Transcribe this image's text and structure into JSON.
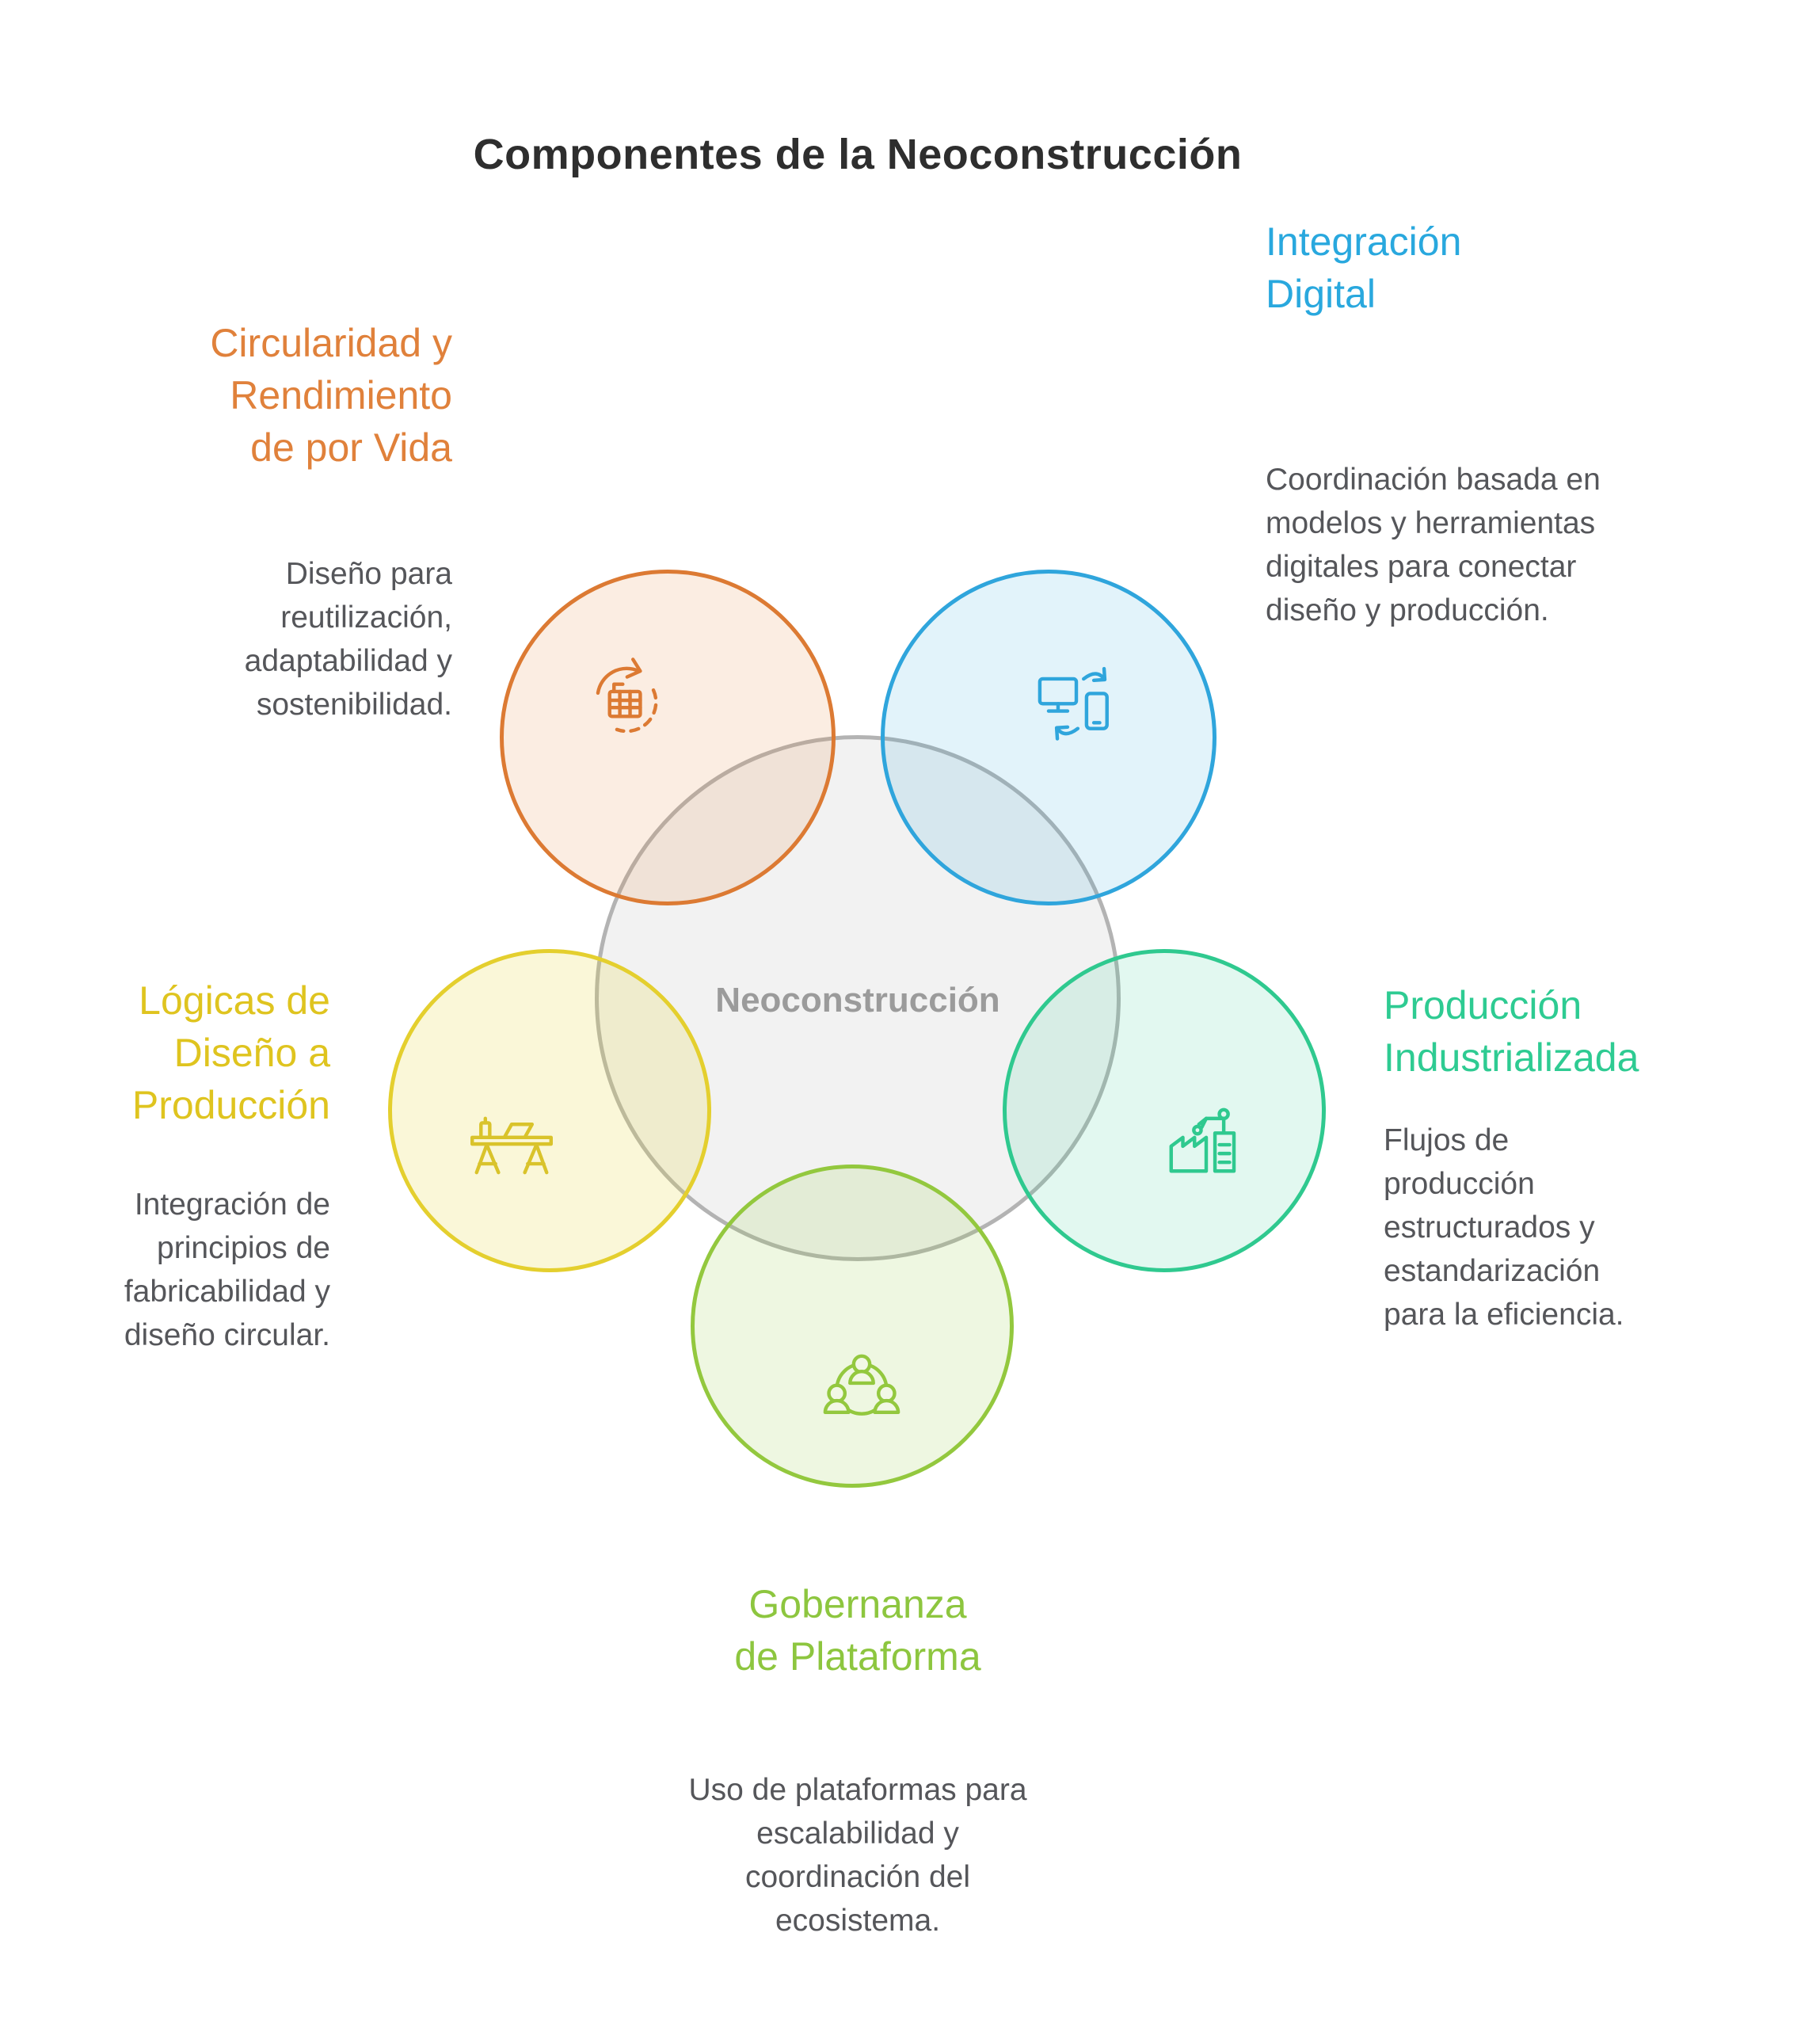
{
  "title": "Componentes de la Neoconstrucción",
  "center": {
    "label": "Neoconstrucción"
  },
  "colors": {
    "circularidad": "#dc7a33",
    "digital": "#2fa5dc",
    "logicas": "#e4cf2e",
    "produccion": "#2fc98f",
    "gobernanza": "#93c83e",
    "center_circle": "#b3b3b3",
    "title_text": "#2e2e2e",
    "description_text": "#55565a"
  },
  "sections": {
    "circularidad": {
      "heading": "Circularidad y\nRendimiento\nde por Vida",
      "description": "Diseño para\nreutilización,\nadaptabilidad y\nsostenibilidad.",
      "icon": "recycle-building-icon",
      "color": "#e0813b"
    },
    "digital": {
      "heading": "Integración\nDigital",
      "description": "Coordinación basada en\nmodelos y herramientas\ndigitales para conectar\ndiseño y producción.",
      "icon": "devices-sync-icon",
      "color": "#29a8de"
    },
    "logicas": {
      "heading": "Lógicas de\nDiseño a\nProducción",
      "description": "Integración de\nprincipios de\nfabricabilidad y\ndiseño circular.",
      "icon": "workbench-icon",
      "color": "#dfc41f"
    },
    "produccion": {
      "heading": "Producción\nIndustrializada",
      "description": "Flujos de\nproducción\nestructurados y\nestandarización\npara la eficiencia.",
      "icon": "factory-robot-icon",
      "color": "#2ecb92"
    },
    "gobernanza": {
      "heading": "Gobernanza\nde Plataforma",
      "description": "Uso de plataformas para\nescalabilidad y\ncoordinación del\necosistema.",
      "icon": "people-network-icon",
      "color": "#8dc63f"
    }
  }
}
